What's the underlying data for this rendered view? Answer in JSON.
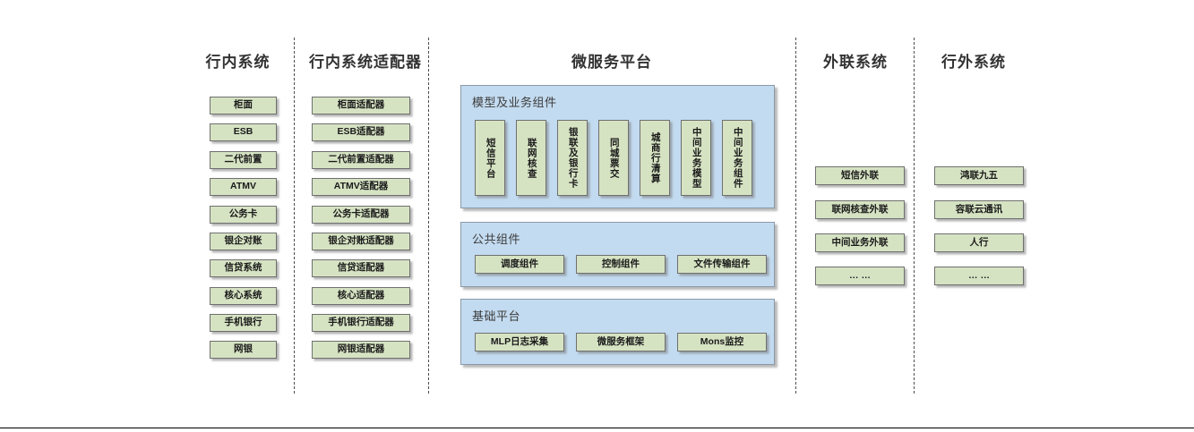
{
  "diagram": {
    "columns": [
      {
        "id": "in-bank-systems",
        "title": "行内系统",
        "items": [
          "柜面",
          "ESB",
          "二代前置",
          "ATMV",
          "公务卡",
          "银企对账",
          "信贷系统",
          "核心系统",
          "手机银行",
          "网银"
        ]
      },
      {
        "id": "in-bank-adapters",
        "title": "行内系统适配器",
        "items": [
          "柜面适配器",
          "ESB适配器",
          "二代前置适配器",
          "ATMV适配器",
          "公务卡适配器",
          "银企对账适配器",
          "信贷适配器",
          "核心适配器",
          "手机银行适配器",
          "网银适配器"
        ]
      },
      {
        "id": "microservice-platform",
        "title": "微服务平台",
        "panels": [
          {
            "id": "model-business-components",
            "label": "模型及业务组件",
            "items": [
              "短信平台",
              "联网核查",
              "银联及银行卡",
              "同城票交",
              "城商行清算",
              "中间业务模型",
              "中间业务组件"
            ]
          },
          {
            "id": "public-components",
            "label": "公共组件",
            "items": [
              "调度组件",
              "控制组件",
              "文件传输组件"
            ]
          },
          {
            "id": "base-platform",
            "label": "基础平台",
            "items": [
              "MLP日志采集",
              "微服务框架",
              "Mons监控"
            ]
          }
        ]
      },
      {
        "id": "external-link-systems",
        "title": "外联系统",
        "items": [
          "短信外联",
          "联网核查外联",
          "中间业务外联",
          "… …"
        ]
      },
      {
        "id": "out-of-bank-systems",
        "title": "行外系统",
        "items": [
          "鸿联九五",
          "容联云通讯",
          "人行",
          "… …"
        ]
      }
    ],
    "colors": {
      "node_fill": "#d6e3c3",
      "node_border": "#6f6f6f",
      "panel_fill": "#c3dbf0",
      "panel_border": "#8a9aa8",
      "title_color": "#333333",
      "divider_color": "#4d4d4d",
      "background": "#ffffff"
    }
  }
}
